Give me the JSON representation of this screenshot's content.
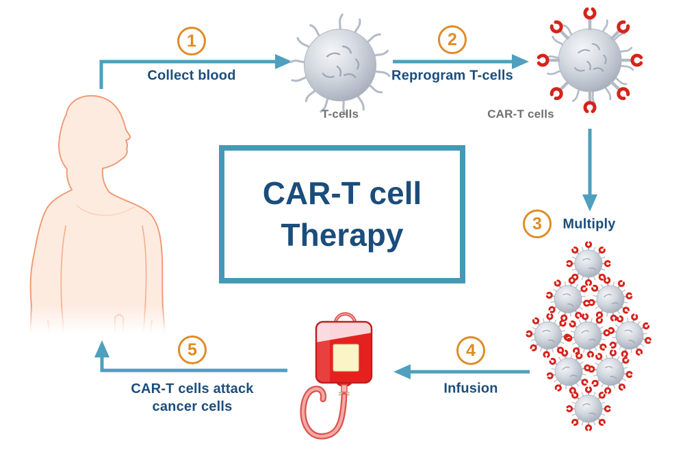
{
  "title": {
    "line1": "CAR-T cell",
    "line2": "Therapy"
  },
  "steps": [
    {
      "number": "1",
      "label": "Collect blood"
    },
    {
      "number": "2",
      "label": "Reprogram T-cells"
    },
    {
      "number": "3",
      "label": "Multiply"
    },
    {
      "number": "4",
      "label": "Infusion"
    },
    {
      "number": "5",
      "label_lines": [
        "CAR-T cells attack",
        "cancer cells"
      ]
    }
  ],
  "labels": {
    "t_cells": "T-cells",
    "car_t_cells": "CAR-T cells"
  },
  "illustrations": {
    "human_figure": "patient-torso-silhouette",
    "t_cell": "t-cell-sphere",
    "car_t_cell": "car-t-cell-with-red-receptors",
    "cell_cluster": "car-t-cell-diamond-cluster",
    "cell_cluster_count": 9,
    "infusion_bag": "blood-infusion-bag"
  },
  "colors": {
    "navy_text": "#1A4D7C",
    "teal_arrow": "#4F9FBE",
    "teal_border": "#4499B7",
    "orange_badge": "#E08B25",
    "gray_label": "#6F6F6F",
    "receptor_red": "#D6231B",
    "bag_red": "#E5211F",
    "skin": "#FDEBE0"
  }
}
